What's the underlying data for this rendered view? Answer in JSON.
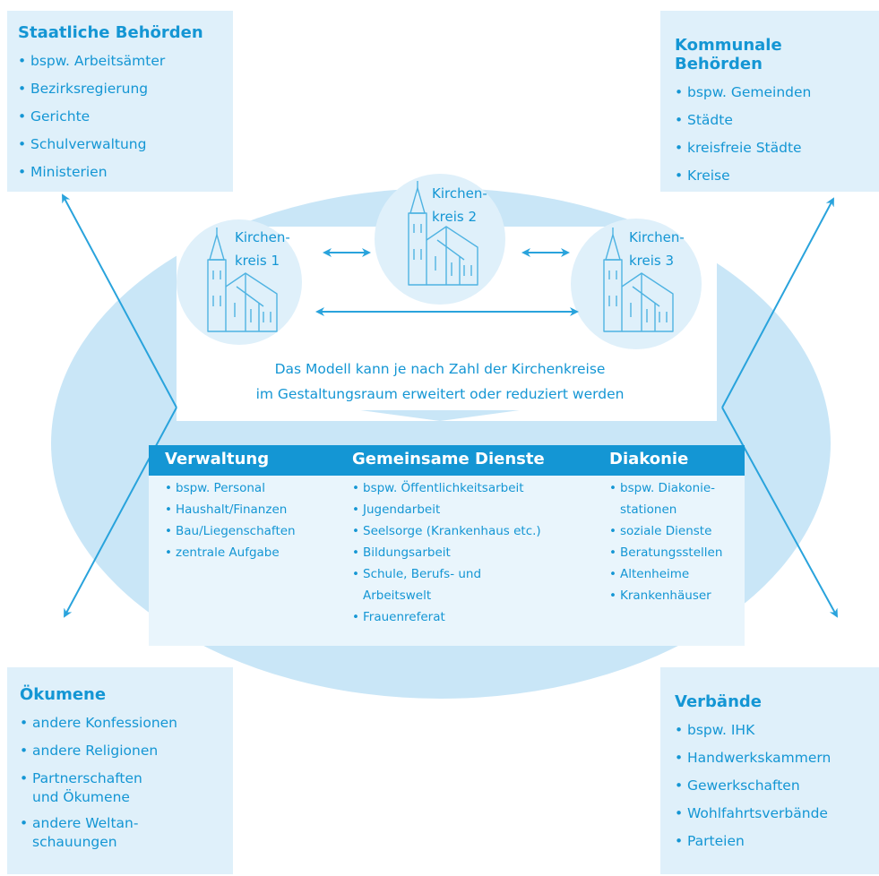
{
  "colors": {
    "accent": "#1496d4",
    "light_fill": "#dff0fa",
    "ellipse_fill": "#c9e6f7"
  },
  "staatliche": {
    "title": "Staatliche Behörden",
    "items": [
      "bspw. Arbeitsämter",
      "Bezirksregierung",
      "Gerichte",
      "Schulverwaltung",
      "Ministerien"
    ]
  },
  "kommunale": {
    "title": "Kommunale Behörden",
    "items": [
      "bspw. Gemeinden",
      "Städte",
      "kreisfreie Städte",
      "Kreise"
    ]
  },
  "oekumene": {
    "title": "Ökumene",
    "items": [
      "andere Konfessionen",
      "andere Religionen",
      "Partnerschaften",
      "und Ökumene",
      "andere Weltan-",
      "schauungen"
    ]
  },
  "verbaende": {
    "title": "Verbände",
    "items": [
      "bspw. IHK",
      "Handwerkskammern",
      "Gewerkschaften",
      "Wohlfahrtsverbände",
      "Parteien"
    ]
  },
  "kirchenkreise": [
    {
      "line1": "Kirchen-",
      "line2": "kreis 1",
      "icon": "church-icon"
    },
    {
      "line1": "Kirchen-",
      "line2": "kreis 2",
      "icon": "church-icon"
    },
    {
      "line1": "Kirchen-",
      "line2": "kreis 3",
      "icon": "church-icon"
    }
  ],
  "model_note": {
    "line1": "Das Modell kann je nach Zahl der Kirchenkreise",
    "line2": "im Gestaltungsraum erweitert oder reduziert werden"
  },
  "table": {
    "columns": [
      {
        "header": "Verwaltung",
        "items": [
          "bspw. Personal",
          "Haushalt/Finanzen",
          "Bau/Liegenschaften",
          "zentrale Aufgabe"
        ]
      },
      {
        "header": "Gemeinsame Dienste",
        "items": [
          "bspw. Öffentlichkeitsarbeit",
          "Jugendarbeit",
          "Seelsorge (Krankenhaus etc.)",
          "Bildungsarbeit",
          "Schule, Berufs- und",
          "Arbeitswelt",
          "Frauenreferat"
        ]
      },
      {
        "header": "Diakonie",
        "items": [
          "bspw. Diakonie-",
          "stationen",
          "soziale Dienste",
          "Beratungsstellen",
          "Altenheime",
          "Krankenhäuser"
        ]
      }
    ]
  }
}
